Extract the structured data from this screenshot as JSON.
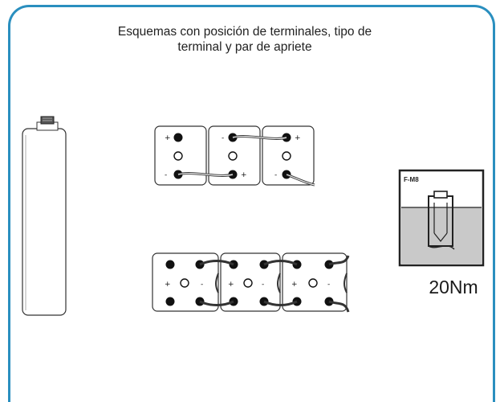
{
  "title": {
    "line1": "Esquemas con posición de terminales, tipo de",
    "line2": "terminal y par de apriete"
  },
  "terminal_detail": {
    "type_label": "F-M8",
    "torque": "20Nm"
  },
  "polarity": {
    "plus": "+",
    "minus": "-"
  },
  "colors": {
    "frame_border": "#2a8fbf",
    "terminal_fill": "#111111",
    "liquid_gray": "#c9c9c9"
  }
}
